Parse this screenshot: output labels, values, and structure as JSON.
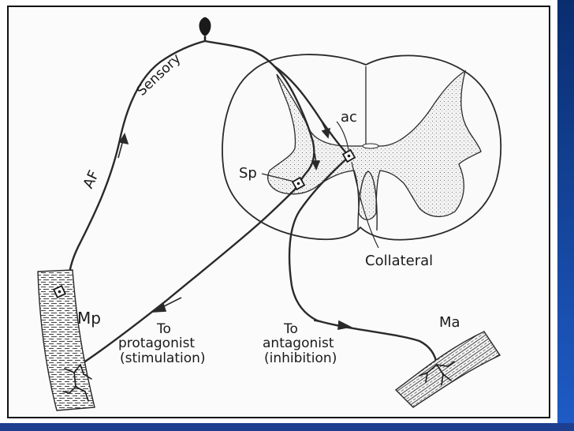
{
  "colors": {
    "background": "#ffffff",
    "frame": "#111111",
    "ink": "#2a2a2a",
    "grey_matter_fill": "#ececec",
    "side_band_top": "#0a2d6e",
    "side_band_bottom": "#1f5cc7",
    "bottom_band": "#1e3f8f"
  },
  "labels": {
    "sensory": "Sensory",
    "af": "AF",
    "ac": "ac",
    "sp": "Sp",
    "collateral": "Collateral",
    "mp": "Mp",
    "ma": "Ma",
    "to_protagonist": [
      "To",
      "protagonist",
      "(stimulation)"
    ],
    "to_antagonist": [
      "To",
      "antagonist",
      "(inhibition)"
    ]
  }
}
